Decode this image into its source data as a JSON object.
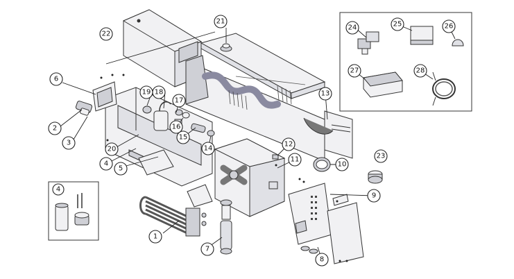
{
  "diagram": {
    "type": "exploded-parts-view",
    "callouts": [
      {
        "id": "1",
        "label": "1"
      },
      {
        "id": "2",
        "label": "2"
      },
      {
        "id": "3",
        "label": "3"
      },
      {
        "id": "4",
        "label": "4"
      },
      {
        "id": "4b",
        "label": "4"
      },
      {
        "id": "5",
        "label": "5"
      },
      {
        "id": "6",
        "label": "6"
      },
      {
        "id": "7",
        "label": "7"
      },
      {
        "id": "8",
        "label": "8"
      },
      {
        "id": "9",
        "label": "9"
      },
      {
        "id": "10",
        "label": "10"
      },
      {
        "id": "11",
        "label": "11"
      },
      {
        "id": "12",
        "label": "12"
      },
      {
        "id": "13",
        "label": "13"
      },
      {
        "id": "14",
        "label": "14"
      },
      {
        "id": "15",
        "label": "15"
      },
      {
        "id": "16",
        "label": "16"
      },
      {
        "id": "17",
        "label": "17"
      },
      {
        "id": "18",
        "label": "18"
      },
      {
        "id": "19",
        "label": "19"
      },
      {
        "id": "20",
        "label": "20"
      },
      {
        "id": "21",
        "label": "21"
      },
      {
        "id": "22",
        "label": "22"
      },
      {
        "id": "23",
        "label": "23"
      },
      {
        "id": "24",
        "label": "24"
      },
      {
        "id": "25",
        "label": "25"
      },
      {
        "id": "26",
        "label": "26"
      },
      {
        "id": "27",
        "label": "27"
      },
      {
        "id": "28",
        "label": "28"
      }
    ]
  }
}
